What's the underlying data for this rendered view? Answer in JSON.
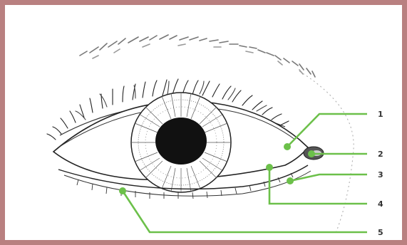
{
  "diagram": {
    "labels": [
      {
        "id": "1",
        "text": "1"
      },
      {
        "id": "2",
        "text": "2"
      },
      {
        "id": "3",
        "text": "3"
      },
      {
        "id": "4",
        "text": "4"
      },
      {
        "id": "5",
        "text": "5"
      }
    ],
    "colors": {
      "frame": "#b98080",
      "leader": "#6cc04a",
      "ink": "#222222",
      "iris_dark": "#111111"
    }
  }
}
